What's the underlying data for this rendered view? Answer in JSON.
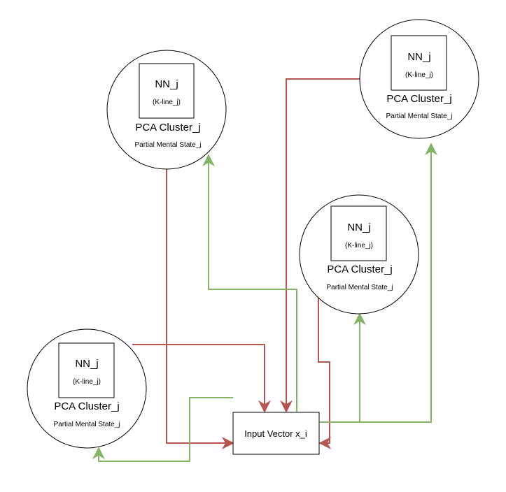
{
  "clusters": [
    {
      "nn_label": "NN_j",
      "kline_label": "(K-line_j)",
      "pca_label": "PCA Cluster_j",
      "state_label": "Partial Mental State_j"
    },
    {
      "nn_label": "NN_j",
      "kline_label": "(K-line_j)",
      "pca_label": "PCA Cluster_j",
      "state_label": "Partial Mental State_j"
    },
    {
      "nn_label": "NN_j",
      "kline_label": "(K-line_j)",
      "pca_label": "PCA Cluster_j",
      "state_label": "Partial Mental State_j"
    },
    {
      "nn_label": "NN_j",
      "kline_label": "(K-line_j)",
      "pca_label": "PCA Cluster_j",
      "state_label": "Partial Mental State_j"
    }
  ],
  "input_vector": {
    "label": "Input Vector x_i"
  },
  "colors": {
    "red_arrow": "#b85450",
    "green_arrow": "#82b366",
    "outline": "#000000"
  }
}
